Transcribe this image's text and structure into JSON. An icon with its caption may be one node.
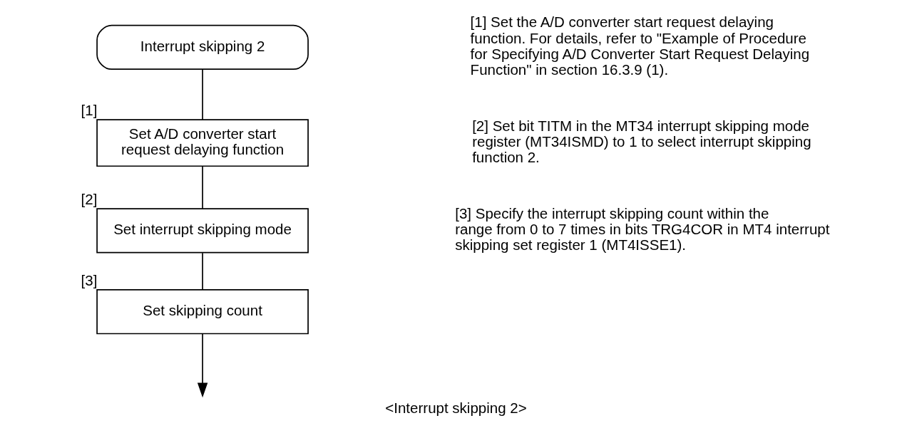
{
  "diagram": {
    "caption": "<Interrupt skipping 2>",
    "nodes": [
      {
        "text": [
          "Interrupt skipping 2"
        ]
      },
      {
        "text": [
          "Set A/D converter start request delaying function"
        ],
        "beside": [
          "[1]"
        ]
      },
      {
        "text": [
          "Set interrupt skipping mode"
        ],
        "beside": [
          "[2]"
        ]
      },
      {
        "text": [
          "Set skipping count"
        ],
        "beside": [
          "[3]"
        ]
      }
    ],
    "edges": [
      {
        "from": 0,
        "to": 1,
        "arrow": "none"
      },
      {
        "from": 1,
        "to": 2,
        "arrow": "none"
      },
      {
        "from": 2,
        "to": 3,
        "arrow": "none"
      },
      {
        "from": 3,
        "to": null,
        "arrow": "to"
      }
    ],
    "labels": [
      "[1] Set the A/D converter start request delaying function. For details, refer to \"Example of Procedure for Specifying A/D Converter Start Request Delaying Function\" in section 16.3.9 (1).",
      "[2] Set bit TITM in the MT34 interrupt skipping mode register (MT34ISMD) to 1 to select interrupt skipping function 2.",
      "[3] Specify the interrupt skipping count within the range from 0 to 7 times in bits TRG4COR in MT4 interrupt skipping set register 1 (MT4ISSE1)."
    ]
  }
}
